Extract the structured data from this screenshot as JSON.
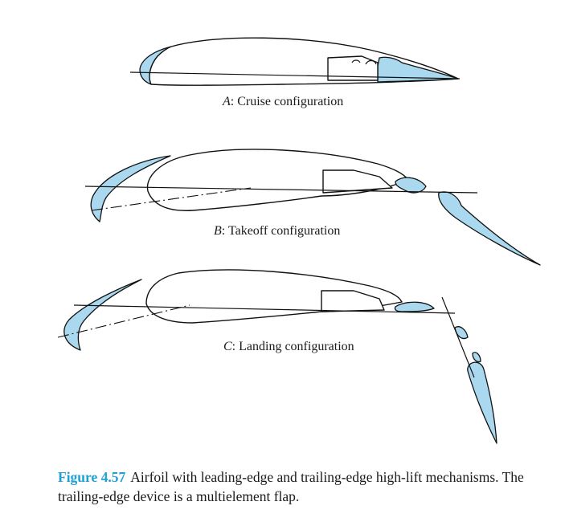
{
  "diagram": {
    "panels": [
      {
        "letter": "A",
        "text": ": Cruise configuration"
      },
      {
        "letter": "B",
        "text": ": Takeoff configuration"
      },
      {
        "letter": "C",
        "text": ": Landing configuration"
      }
    ]
  },
  "caption": {
    "figure_label": "Figure 4.57",
    "text": "Airfoil with leading-edge and trailing-edge high-lift mechanisms. The trailing-edge device is a multielement flap."
  },
  "colors": {
    "device_fill": "#a9d8ef",
    "figure_label": "#1fa0d8"
  }
}
